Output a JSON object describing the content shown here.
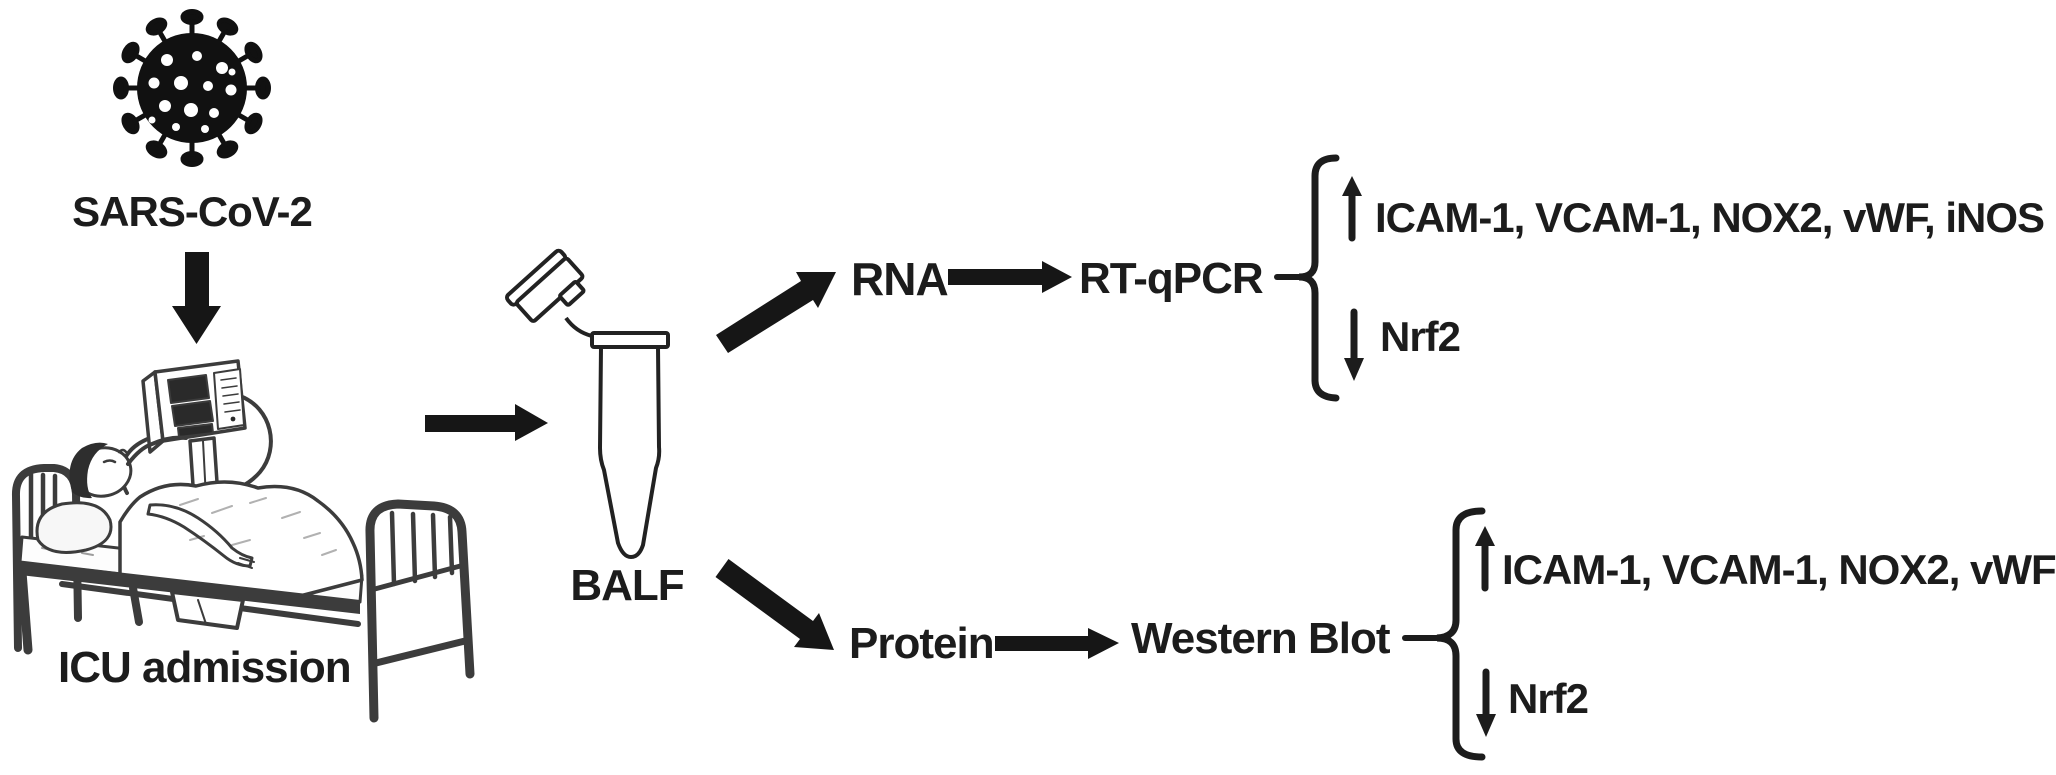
{
  "diagram": {
    "background_color": "#ffffff",
    "ink_color": "#1c1c1c",
    "sketch_color": "#3c3c3c"
  },
  "nodes": {
    "virus_label": "SARS-CoV-2",
    "icu_label": "ICU admission",
    "tube_label": "BALF",
    "rna_label": "RNA",
    "rna_assay_label": "RT-qPCR",
    "protein_label": "Protein",
    "protein_assay_label": "Western Blot"
  },
  "results": {
    "rtqpcr_up": "ICAM-1, VCAM-1, NOX2, vWF, iNOS",
    "rtqpcr_down": "Nrf2",
    "western_up": "ICAM-1, VCAM-1, NOX2, vWF",
    "western_down": "Nrf2"
  },
  "icons": {
    "coronavirus": "coronavirus-icon",
    "icu_bed": "icu-bed-illustration",
    "ventilator": "ventilator-icon",
    "tube": "eppendorf-tube-icon",
    "upregulated": "up-arrow-icon",
    "downregulated": "down-arrow-icon",
    "brace": "curly-brace-icon"
  }
}
